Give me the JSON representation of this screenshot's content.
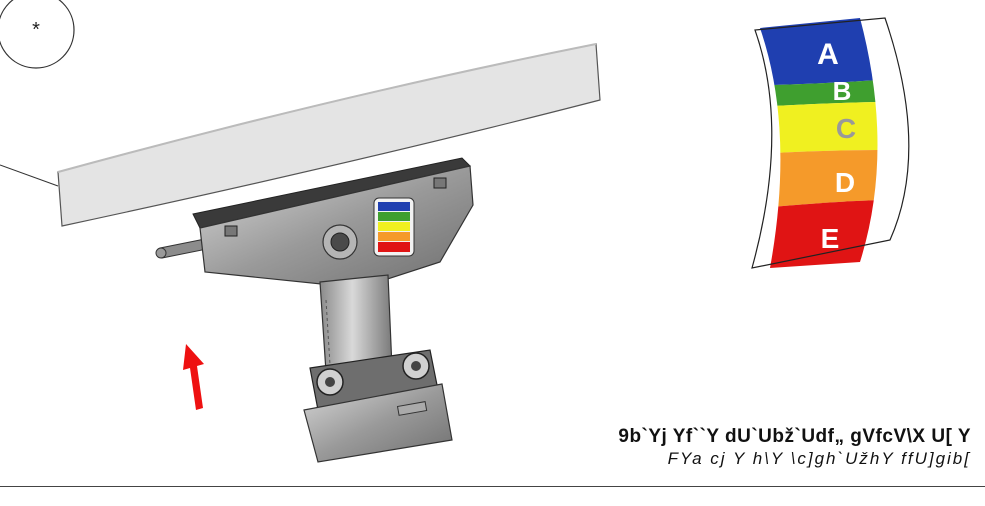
{
  "callout": {
    "symbol": "*"
  },
  "scale": {
    "labels": [
      "A",
      "B",
      "C",
      "D",
      "E"
    ],
    "colors": [
      "#1f3fb0",
      "#3f9f2f",
      "#f0f020",
      "#f59a2a",
      "#e01414"
    ]
  },
  "caption": {
    "line1": "9b`Yj Yf``Y dU`Ubž`Udf„ gVfcV\\X U[ Y",
    "line2": "FYa cj Y h\\Y \\c]gh`UžhY ffU]gib["
  },
  "arrow": {
    "color": "#ee1111",
    "icon": "up-arrow-icon"
  }
}
